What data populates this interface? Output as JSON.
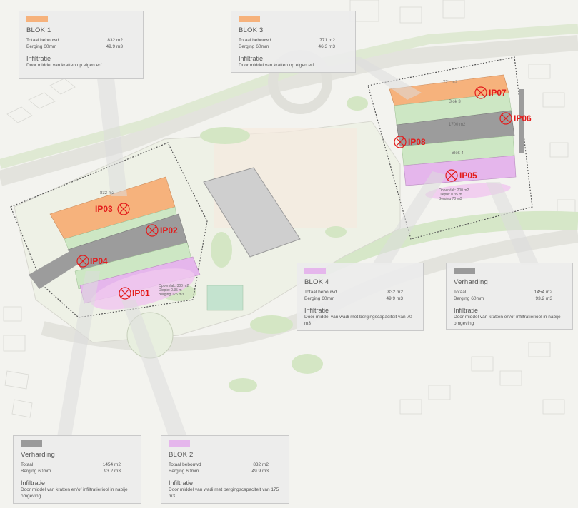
{
  "colors": {
    "orange": "#f6b27c",
    "purple": "#e5b6ec",
    "gray": "#9a9a9a",
    "green": "#cde7c4",
    "marker": "#e31b1b"
  },
  "cards": {
    "blok1": {
      "title": "BLOK 1",
      "r1_label": "Totaal bebouwd",
      "r1_value": "832 m2",
      "r2_label": "Berging 60mm",
      "r2_value": "49.9 m3",
      "sub": "Infiltratie",
      "desc": "Door middel van kratten op eigen erf"
    },
    "blok3": {
      "title": "BLOK 3",
      "r1_label": "Totaal bebouwd",
      "r1_value": "771 m2",
      "r2_label": "Berging 60mm",
      "r2_value": "46.3 m3",
      "sub": "Infiltratie",
      "desc": "Door middel van kratten op eigen erf"
    },
    "blok4": {
      "title": "BLOK 4",
      "r1_label": "Totaal bebouwd",
      "r1_value": "832 m2",
      "r2_label": "Berging 60mm",
      "r2_value": "49.9 m3",
      "sub": "Infiltratie",
      "desc": "Door middel van wadi met bergingscapaciteit van 70 m3"
    },
    "verharding_right": {
      "title": "Verharding",
      "r1_label": "Totaal",
      "r1_value": "1454 m2",
      "r2_label": "Berging 60mm",
      "r2_value": "93.2 m3",
      "sub": "Infiltratie",
      "desc": "Door middel van kratten en/of infiltratieriool in nabije omgeving"
    },
    "verharding_left": {
      "title": "Verharding",
      "r1_label": "Totaal",
      "r1_value": "1454 m2",
      "r2_label": "Berging 60mm",
      "r2_value": "93.2 m3",
      "sub": "Infiltratie",
      "desc": "Door middel van kratten en/of infiltratieriool in nabije omgeving"
    },
    "blok2": {
      "title": "BLOK 2",
      "r1_label": "Totaal bebouwd",
      "r1_value": "832 m2",
      "r2_label": "Berging 60mm",
      "r2_value": "49.9 m3",
      "sub": "Infiltratie",
      "desc": "Door middel van wadi met bergingscapaciteit van 175 m3"
    }
  },
  "markers": [
    "IP01",
    "IP02",
    "IP03",
    "IP04",
    "IP05",
    "IP06",
    "IP07",
    "IP08"
  ],
  "block_labels": {
    "b1_area": "832 m2",
    "b3_area": "771 m2",
    "b3_name": "Blok 3",
    "b4_name": "Blok 4",
    "gray_area": "1700 m2"
  },
  "wadi_left": [
    "Oppervlak: 300 m2",
    "Diepte: 0.35 m",
    "Berging 175 m3"
  ],
  "wadi_right": [
    "Oppervlak: 200 m2",
    "Diepte: 0.35 m",
    "Berging 70 m3"
  ]
}
